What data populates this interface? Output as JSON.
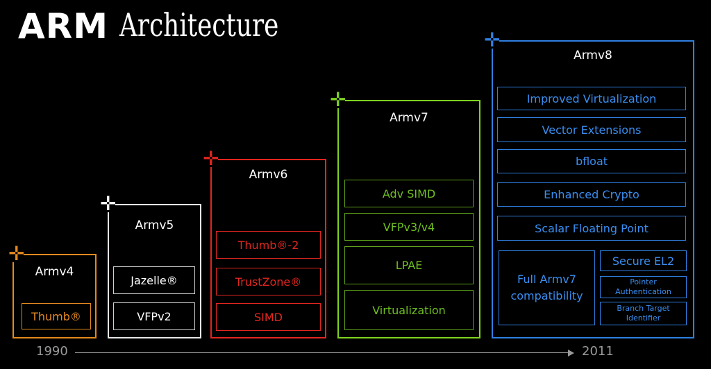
{
  "title": {
    "logo": "ARM",
    "text": "Architecture"
  },
  "timeline": {
    "start": "1990",
    "end": "2011"
  },
  "colors": {
    "armv4": "#e58a1f",
    "armv5": "#e6e6e6",
    "armv6": "#e3261f",
    "armv7": "#7ed321",
    "armv8": "#2f7fe0"
  },
  "versions": [
    {
      "name": "Armv4",
      "features": [
        "Thumb®"
      ]
    },
    {
      "name": "Armv5",
      "features": [
        "Jazelle®",
        "VFPv2"
      ]
    },
    {
      "name": "Armv6",
      "features": [
        "Thumb®-2",
        "TrustZone®",
        "SIMD"
      ]
    },
    {
      "name": "Armv7",
      "features": [
        "Adv SIMD",
        "VFPv3/v4",
        "LPAE",
        "Virtualization"
      ]
    },
    {
      "name": "Armv8",
      "features": [
        "Improved Virtualization",
        "Vector Extensions",
        "bfloat",
        "Enhanced Crypto",
        "Scalar Floating Point",
        "Full Armv7 compatibility",
        "Secure EL2",
        "Pointer Authentication",
        "Branch Target Identifier"
      ]
    }
  ]
}
